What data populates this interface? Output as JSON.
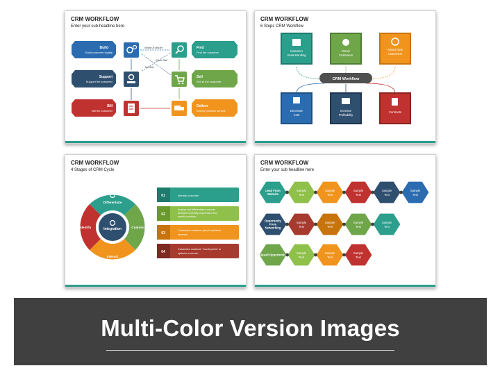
{
  "colors": {
    "blue": "#2b6cb0",
    "green": "#6fa64a",
    "orange": "#f0941e",
    "red": "#c0322f",
    "teal": "#2b9e8c",
    "navy": "#2f4f6f",
    "lightgreen": "#8fc04a",
    "darkred": "#a73a2e"
  },
  "slide1": {
    "title": "CRM WORKFLOW",
    "subtitle": "Enter your sub headline here",
    "left": [
      {
        "title": "Build",
        "desc": "Build customer loyalty"
      },
      {
        "title": "Support",
        "desc": "Support the customer"
      },
      {
        "title": "Bill",
        "desc": "Bill the customer"
      }
    ],
    "right": [
      {
        "title": "Find",
        "desc": "Find the customer"
      },
      {
        "title": "Sell",
        "desc": "Sell to the customer"
      },
      {
        "title": "Deliver",
        "desc": "Deliver product/ service"
      }
    ],
    "labels": [
      "Word Of Mouth",
      "Close Sell",
      "Up Sell"
    ],
    "icons": [
      "gears-icon",
      "gear-hand-icon",
      "invoice-icon",
      "search-icon",
      "cart-icon",
      "truck-icon"
    ]
  },
  "slide2": {
    "title": "CRM WORKFLOW",
    "subtitle": "6 Steps CRM Workflow",
    "top": [
      "Customer Understanding",
      "Retain Customers",
      "Attract New Customers"
    ],
    "center": "CRM Workflow",
    "bottom": [
      "Decrease Cost",
      "Increase Profitability",
      "Contracts"
    ]
  },
  "slide3": {
    "title": "CRM WORKFLOW",
    "subtitle": "4 Stages of CRM Cycle",
    "ring": [
      "Differentiate",
      "Customize",
      "Interact",
      "Identify"
    ],
    "center": "Integration",
    "steps": [
      {
        "num": "01",
        "text": "Identify customer"
      },
      {
        "num": "02",
        "text": "Analyze and differentiate customer behavior to identify propensity to buy specific products."
      },
      {
        "num": "03",
        "text": "Customize customer plan to optimize revenue."
      },
      {
        "num": "04",
        "text": "Customize customer \"touchpoints\" to optimize revenue."
      }
    ]
  },
  "slide4": {
    "title": "CRM WORKFLOW",
    "subtitle": "Enter your sub headline here",
    "rows": [
      {
        "label": "Lead From Website",
        "items": [
          "Sample Text",
          "Sample Text",
          "Sample Text",
          "Sample Text",
          "Sample Text"
        ]
      },
      {
        "label": "Opportunity From Networking",
        "items": [
          "Sample Text",
          "Sample Text",
          "Sample Text",
          "Sample Text"
        ]
      },
      {
        "label": "Upsell Opportunity",
        "items": [
          "Sample Text",
          "Sample Text",
          "Sample Text"
        ]
      }
    ]
  },
  "footer": {
    "title": "Multi-Color Version Images"
  }
}
